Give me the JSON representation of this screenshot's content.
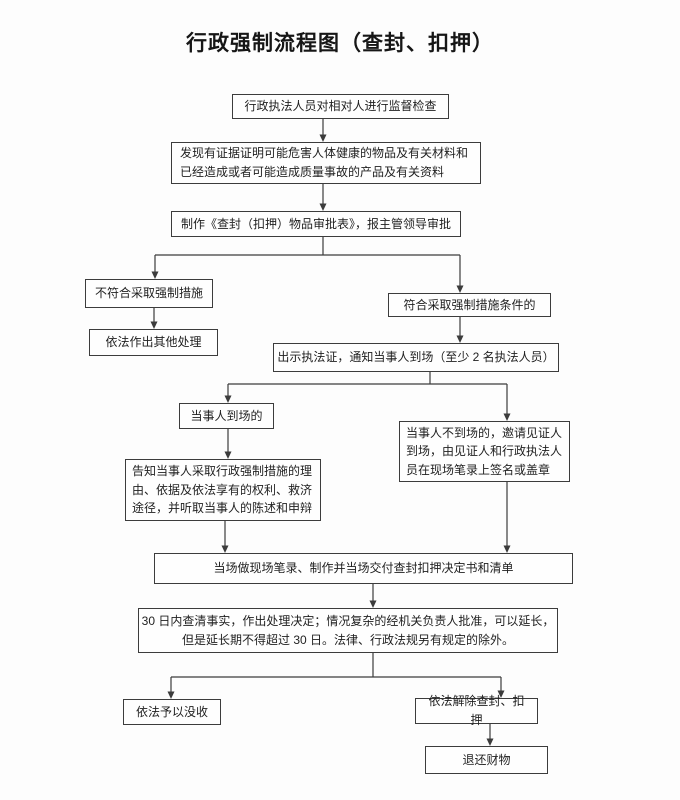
{
  "title": "行政强制流程图（查封、扣押）",
  "colors": {
    "background": "#fdfdfd",
    "box_border": "#3c3c3c",
    "connector": "#3c3c3c",
    "text": "#1f1f1f"
  },
  "nodes": {
    "supervise": {
      "text": "行政执法人员对相对人进行监督检查"
    },
    "discover": {
      "text": "发现有证据证明可能危害人体健康的物品及有关材料和已经造成或者可能造成质量事故的产品及有关资料"
    },
    "form": {
      "text": "制作《查封（扣押）物品审批表》，报主管领导审批"
    },
    "not_qualified": {
      "text": "不符合采取强制措施"
    },
    "other_handling": {
      "text": "依法作出其他处理"
    },
    "qualified": {
      "text": "符合采取强制措施条件的"
    },
    "show_cert": {
      "text": "出示执法证，通知当事人到场（至少 2 名执法人员）"
    },
    "present": {
      "text": "当事人到场的"
    },
    "absent": {
      "text": "当事人不到场的，邀请见证人到场，由见证人和行政执法人员在现场笔录上签名或盖章"
    },
    "inform": {
      "text": "告知当事人采取行政强制措施的理由、依据及依法享有的权利、救济途径，并听取当事人的陈述和申辩"
    },
    "record": {
      "text": "当场做现场笔录、制作并当场交付查封扣押决定书和清单"
    },
    "decision": {
      "text": "30 日内查清事实，作出处理决定；情况复杂的经机关负责人批准，可以延长，但是延长期不得超过 30 日。法律、行政法规另有规定的除外。"
    },
    "confiscate": {
      "text": "依法予以没收"
    },
    "release": {
      "text": "依法解除查封、扣押"
    },
    "return_property": {
      "text": "退还财物"
    }
  },
  "edges": [
    {
      "from": "supervise",
      "to": "discover"
    },
    {
      "from": "discover",
      "to": "form"
    },
    {
      "from": "form",
      "to": "not_qualified"
    },
    {
      "from": "form",
      "to": "qualified"
    },
    {
      "from": "not_qualified",
      "to": "other_handling"
    },
    {
      "from": "qualified",
      "to": "show_cert"
    },
    {
      "from": "show_cert",
      "to": "present"
    },
    {
      "from": "show_cert",
      "to": "absent"
    },
    {
      "from": "present",
      "to": "inform"
    },
    {
      "from": "inform",
      "to": "record"
    },
    {
      "from": "absent",
      "to": "record"
    },
    {
      "from": "record",
      "to": "decision"
    },
    {
      "from": "decision",
      "to": "confiscate"
    },
    {
      "from": "decision",
      "to": "release"
    },
    {
      "from": "release",
      "to": "return_property"
    }
  ]
}
